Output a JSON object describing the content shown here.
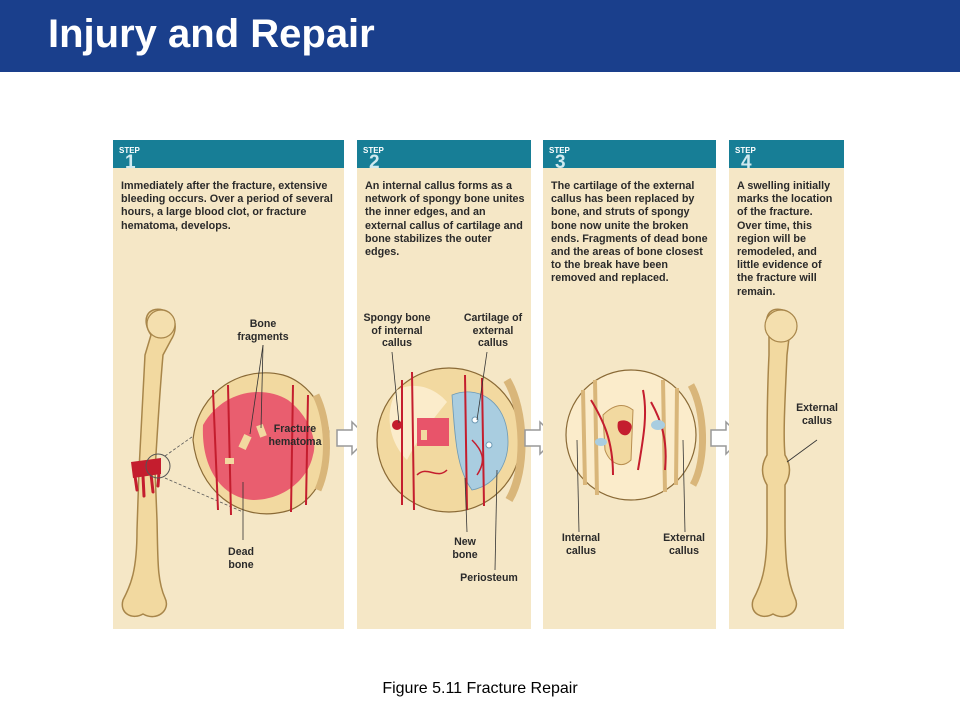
{
  "header": {
    "title": "Injury and Repair"
  },
  "steps": [
    {
      "word": "STEP",
      "number": "1",
      "text": "Immediately after the fracture, extensive bleeding occurs. Over a period of several hours, a large blood clot, or fracture hematoma, develops."
    },
    {
      "word": "STEP",
      "number": "2",
      "text": "An internal callus forms as a network of spongy bone unites the inner edges, and an external callus of cartilage and bone stabilizes the outer edges."
    },
    {
      "word": "STEP",
      "number": "3",
      "text": "The cartilage of the external callus has been replaced by bone, and struts of spongy bone now unite the broken ends. Fragments of dead bone and the areas of bone closest to the break have been removed and replaced."
    },
    {
      "word": "STEP",
      "number": "4",
      "text": "A swelling initially marks the location of the fracture. Over time, this region will be remodeled, and little evidence of the fracture will remain."
    }
  ],
  "labels": {
    "bone_fragments": "Bone fragments",
    "fracture_hematoma": "Fracture hematoma",
    "dead_bone": "Dead bone",
    "spongy_bone": "Spongy bone of internal callus",
    "cartilage": "Cartilage of external callus",
    "new_bone": "New bone",
    "periosteum": "Periosteum",
    "internal_callus": "Internal callus",
    "external_callus_3": "External callus",
    "external_callus_4": "External callus"
  },
  "caption": "Figure 5.11  Fracture Repair",
  "colors": {
    "header": "#1a3f8c",
    "panel": "#f5e7c6",
    "step_bar": "#177e96",
    "bone": "#f2d9a0",
    "blood": "#d22a3a",
    "hematoma": "#e8546a",
    "cartilage": "#a9cde0"
  }
}
